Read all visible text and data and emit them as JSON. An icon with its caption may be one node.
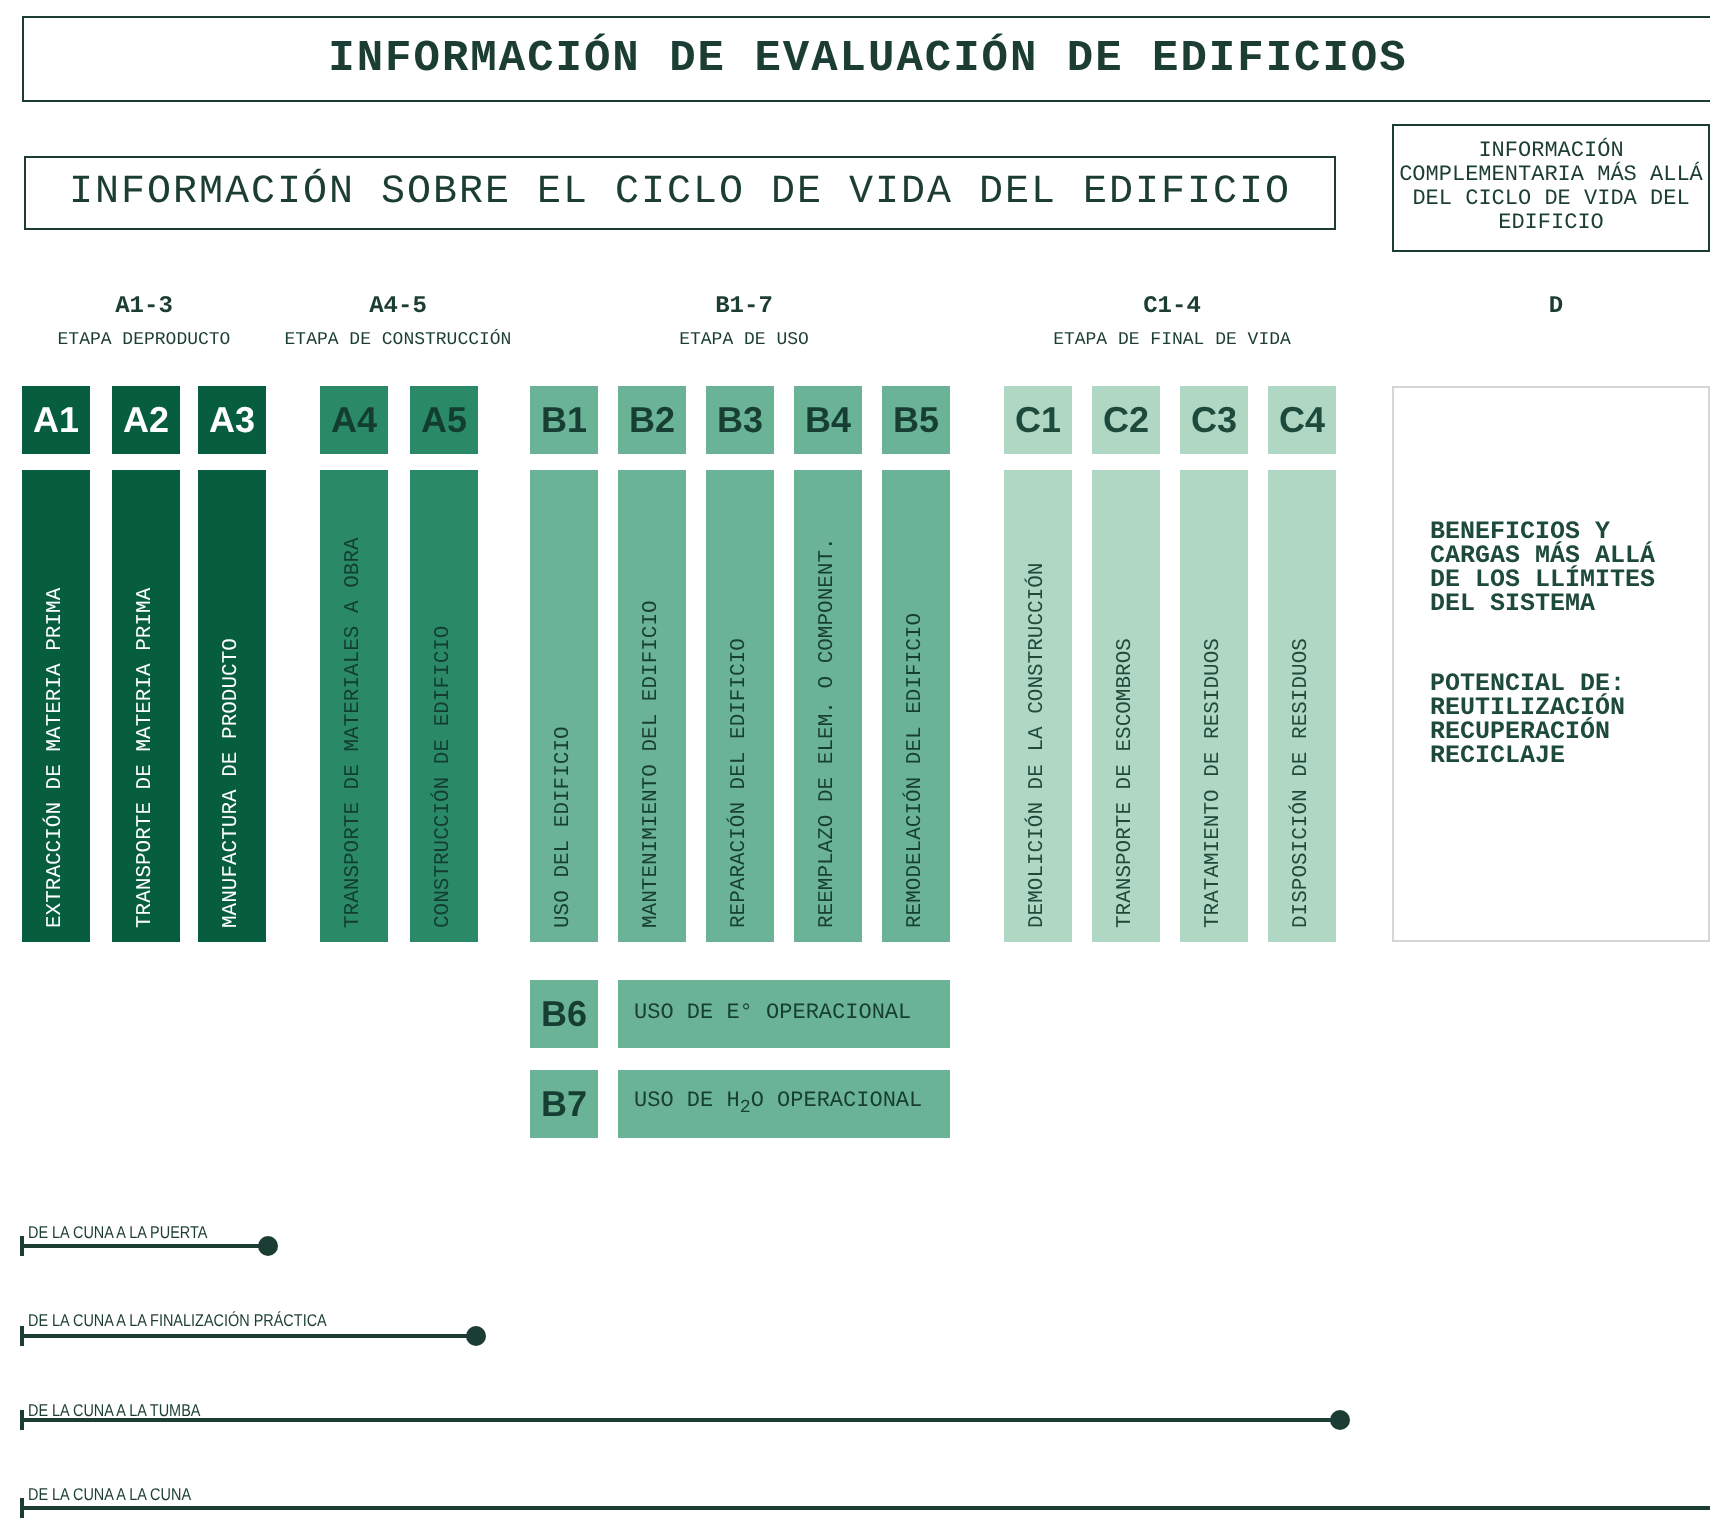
{
  "diagram": {
    "title": "INFORMACIÓN DE EVALUACIÓN DE EDIFICIOS",
    "nodes": [
      {
        "text": [
          "INFORMACIÓN SOBRE EL CICLO DE VIDA DEL EDIFICIO"
        ]
      },
      {
        "text": [
          "INFORMACIÓN COMPLEMENTARIA MÁS ALLÁ DEL CICLO DE VIDA DEL EDIFICIO"
        ]
      },
      {
        "text": [
          "A1"
        ]
      },
      {
        "text": [
          "A2"
        ]
      },
      {
        "text": [
          "A3"
        ]
      },
      {
        "text": [
          "A4"
        ]
      },
      {
        "text": [
          "A5"
        ]
      },
      {
        "text": [
          "B1"
        ]
      },
      {
        "text": [
          "B2"
        ]
      },
      {
        "text": [
          "B3"
        ]
      },
      {
        "text": [
          "B4"
        ]
      },
      {
        "text": [
          "B5"
        ]
      },
      {
        "text": [
          "C1"
        ]
      },
      {
        "text": [
          "C2"
        ]
      },
      {
        "text": [
          "C3"
        ]
      },
      {
        "text": [
          "C4"
        ]
      },
      {
        "text": [
          "EXTRACCIÓN DE MATERIA PRIMA"
        ]
      },
      {
        "text": [
          "TRANSPORTE DE MATERIA PRIMA"
        ]
      },
      {
        "text": [
          "MANUFACTURA DE PRODUCTO"
        ]
      },
      {
        "text": [
          "TRANSPORTE DE MATERIALES A OBRA"
        ]
      },
      {
        "text": [
          "CONSTRUCCIÓN DE EDIFICIO"
        ]
      },
      {
        "text": [
          "USO DEL EDIFICIO"
        ]
      },
      {
        "text": [
          "MANTENIMIENTO DEL EDIFICIO"
        ]
      },
      {
        "text": [
          "REPARACIÓN DEL EDIFICIO"
        ]
      },
      {
        "text": [
          "REEMPLAZO DE ELEM. O COMPONENT."
        ]
      },
      {
        "text": [
          "REMODELACIÓN DEL EDIFICIO"
        ]
      },
      {
        "text": [
          "DEMOLICIÓN DE LA CONSTRUCCIÓN"
        ]
      },
      {
        "text": [
          "TRANSPORTE DE ESCOMBROS"
        ]
      },
      {
        "text": [
          "TRATAMIENTO DE RESIDUOS"
        ]
      },
      {
        "text": [
          "DISPOSICIÓN DE RESIDUOS"
        ]
      },
      {
        "text": [
          "BENEFICIOS Y CARGAS MÁS ALLÁ DE LOS LLÍMITES DEL SISTEMA",
          "POTENCIAL DE: REUTILIZACIÓN RECUPERACIÓN RECICLAJE"
        ]
      },
      {
        "text": [
          "B6"
        ]
      },
      {
        "text": [
          "USO DE E° OPERACIONAL"
        ]
      },
      {
        "text": [
          "B7"
        ]
      },
      {
        "text": [
          "USO DE H$_{2}$O OPERACIONAL"
        ]
      }
    ],
    "labels": [
      "A1-3",
      "ETAPA DEPRODUCTO",
      "A4-5",
      "ETAPA DE CONSTRUCCIÓN",
      "B1-7",
      "ETAPA DE USO",
      "C1-4",
      "ETAPA DE FINAL DE VIDA",
      "D",
      "DE LA CUNA A LA PUERTA",
      "DE LA CUNA A LA FINALIZACIÓN PRÁCTICA",
      "DE LA CUNA A LA TUMBA",
      "DE LA CUNA A LA CUNA"
    ]
  }
}
